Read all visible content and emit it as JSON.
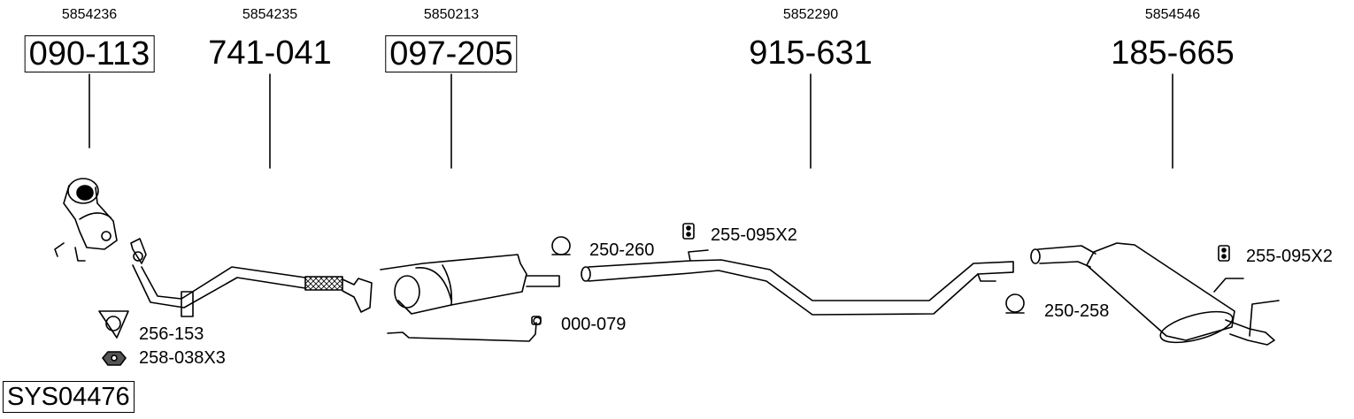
{
  "parts": [
    {
      "ref": "5854236",
      "code": "090-113",
      "boxed": true
    },
    {
      "ref": "5854235",
      "code": "741-041",
      "boxed": false
    },
    {
      "ref": "5850213",
      "code": "097-205",
      "boxed": true
    },
    {
      "ref": "5852290",
      "code": "915-631",
      "boxed": false
    },
    {
      "ref": "5854546",
      "code": "185-665",
      "boxed": false
    }
  ],
  "accessories": [
    {
      "code": "256-153",
      "icon": "gasket-icon"
    },
    {
      "code": "258-038X3",
      "icon": "nut-icon"
    },
    {
      "code": "250-260",
      "icon": "clamp-icon"
    },
    {
      "code": "000-079",
      "icon": "sensor-icon"
    },
    {
      "code": "255-095X2",
      "icon": "rubber-mount-icon"
    },
    {
      "code": "250-258",
      "icon": "clamp-icon"
    },
    {
      "code": "255-095X2",
      "icon": "rubber-mount-icon"
    }
  ],
  "system_code": "SYS04476"
}
